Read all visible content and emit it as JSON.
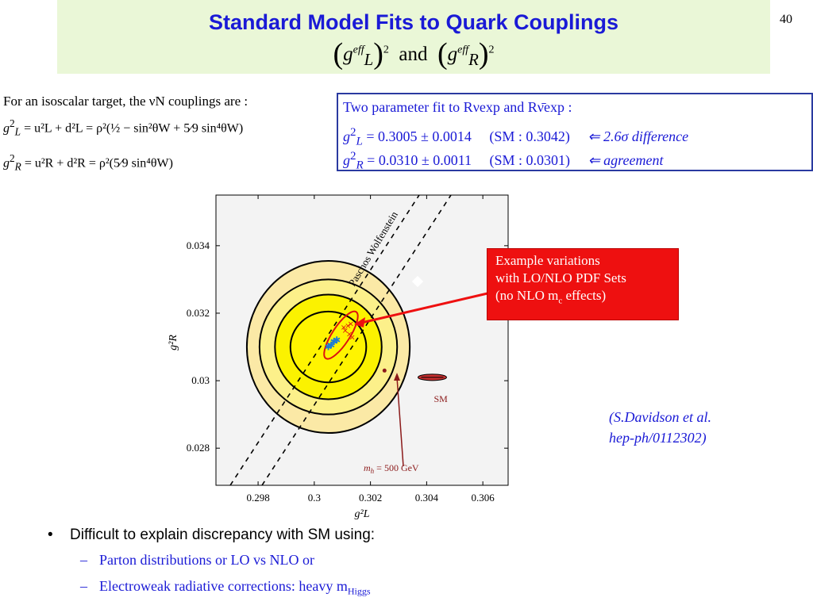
{
  "slide": {
    "title": "Standard Model Fits to Quark Couplings",
    "subtitle_g": "g",
    "subtitle_eff": "eff",
    "subtitle_L": "L",
    "subtitle_R": "R",
    "subtitle_and": "and",
    "subtitle_sq": "2",
    "page_number": "40"
  },
  "intro": {
    "text": "For an isoscalar target, the νN couplings are :",
    "eq_left_L": "g",
    "eq_left_R": "g",
    "eq1_rhs": "= u²L + d²L = ρ²(½ − sin²θW + 5⁄9 sin⁴θW)",
    "eq2_rhs": "= u²R + d²R = ρ²(5⁄9 sin⁴θW)"
  },
  "fitbox": {
    "header": "Two parameter fit to Rνexp and Rν̄exp :",
    "row_L_value": "= 0.3005 ± 0.0014",
    "row_L_sm": "(SM : 0.3042)",
    "row_L_note": "⇐ 2.6σ difference",
    "row_R_value": "= 0.0310 ± 0.0011",
    "row_R_sm": "(SM : 0.0301)",
    "row_R_note": "⇐ agreement"
  },
  "callout": {
    "line1": "Example variations",
    "line2": "with LO/NLO PDF Sets",
    "line3_pre": "(no NLO m",
    "line3_sub": "c",
    "line3_post": " effects)"
  },
  "reference": {
    "line1": "(S.Davidson et al.",
    "line2": "hep-ph/0112302)"
  },
  "bullets": {
    "main": "Difficult to explain discrepancy with SM using:",
    "sub1": "Parton distributions or LO vs NLO  or",
    "sub2_pre": "Electroweak radiative corrections: heavy m",
    "sub2_sub": "Higgs"
  },
  "chart_data": {
    "type": "scatter",
    "xlabel": "g²L",
    "ylabel": "g²R",
    "xlim": [
      0.2965,
      0.3069
    ],
    "ylim": [
      0.0269,
      0.0355
    ],
    "x_ticks": [
      "0.298",
      "0.3",
      "0.302",
      "0.304",
      "0.306"
    ],
    "y_ticks": [
      "0.028",
      "0.03",
      "0.032",
      "0.034"
    ],
    "fit_center": {
      "x": 0.3005,
      "y": 0.031
    },
    "contours": [
      {
        "rx": 0.00135,
        "ry": 0.00105
      },
      {
        "rx": 0.0019,
        "ry": 0.00155
      },
      {
        "rx": 0.00245,
        "ry": 0.002
      },
      {
        "rx": 0.0029,
        "ry": 0.00255
      }
    ],
    "sm_point": {
      "x": 0.3042,
      "y": 0.0301,
      "label": "SM"
    },
    "mh_point": {
      "x": 0.3025,
      "y": 0.0303,
      "label_var": "m",
      "label_sub": "h",
      "label_rest": "= 500 GeV"
    },
    "band_label": "Paschos Wolfenstein",
    "pdf_variations": [
      {
        "x": 0.3006,
        "y": 0.03105,
        "marker": "star"
      },
      {
        "x": 0.3007,
        "y": 0.03115,
        "marker": "star"
      },
      {
        "x": 0.3005,
        "y": 0.031,
        "marker": "star"
      },
      {
        "x": 0.3008,
        "y": 0.0312,
        "marker": "star"
      },
      {
        "x": 0.30105,
        "y": 0.0316,
        "marker": "x"
      },
      {
        "x": 0.3011,
        "y": 0.0315,
        "marker": "x"
      },
      {
        "x": 0.3012,
        "y": 0.03165,
        "marker": "x"
      },
      {
        "x": 0.3013,
        "y": 0.0317,
        "marker": "x"
      },
      {
        "x": 0.30125,
        "y": 0.0314,
        "marker": "x"
      },
      {
        "x": 0.30135,
        "y": 0.0313,
        "marker": "x"
      }
    ],
    "colors": {
      "frame_bg": "#f3f3f3",
      "outer_fill": "#fbe9a6",
      "mid_fill": "#fcf08a",
      "inner_fill": "#fbf200",
      "core_fill": "#fff400",
      "ellipse_red": "#dd1111",
      "star_blue": "#1a7ad6"
    }
  }
}
